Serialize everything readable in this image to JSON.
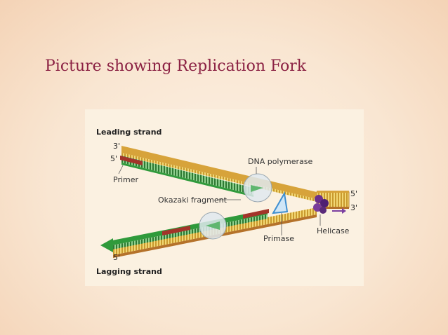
{
  "slide": {
    "title": "Picture showing Replication Fork"
  },
  "diagram": {
    "leading_strand": "Leading strand",
    "lagging_strand": "Lagging strand",
    "dna_polymerase": "DNA polymerase",
    "primer": "Primer",
    "okazaki_fragment": "Okazaki fragment",
    "primase": "Primase",
    "helicase": "Helicase",
    "end_3_top": "3'",
    "end_5_top": "5'",
    "end_5_right": "5'",
    "end_3_right": "3'",
    "end_5_bottom": "5'"
  },
  "colors": {
    "title": "#8b2143",
    "dna_yellow": "#e8c24a",
    "dna_brown": "#a86a2a",
    "new_strand_green": "#2f9a3b",
    "primer_red": "#a3342a",
    "helicase_purple": "#5a2a7a",
    "arrow_purple": "#7b3fa0",
    "primase_blue": "#3f8fd0"
  }
}
